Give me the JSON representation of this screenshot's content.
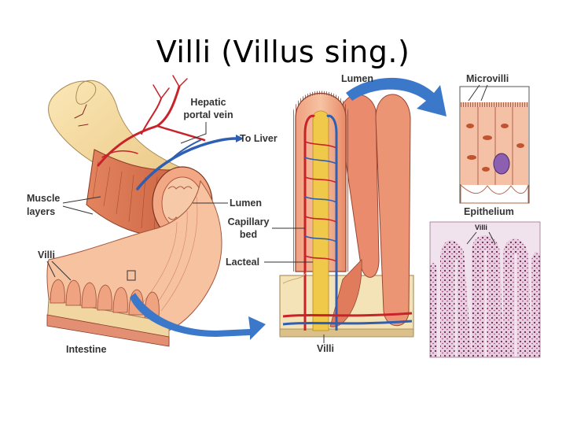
{
  "slide": {
    "title": "Villi (Villus sing.)"
  },
  "labels": {
    "hepatic_portal_vein": [
      "Hepatic",
      "portal vein"
    ],
    "to_liver": "To Liver",
    "muscle_layers": [
      "Muscle",
      "layers"
    ],
    "lumen_left": "Lumen",
    "capillary_bed": [
      "Capillary",
      "bed"
    ],
    "villi_left": "Villi",
    "lacteal": "Lacteal",
    "intestine": "Intestine",
    "lumen_top": "Lumen",
    "villi_bottom": "Villi",
    "microvilli": "Microvilli",
    "epithelium": "Epithelium",
    "micrograph_villi": "Villi"
  },
  "colors": {
    "artery": "#c8232a",
    "vein": "#2f5fb3",
    "arrow": "#3b78c9",
    "tissue": "#e7876a",
    "mucosa": "#f2b99a",
    "lacteal": "#f1c94a",
    "stain": "#a3527e"
  }
}
